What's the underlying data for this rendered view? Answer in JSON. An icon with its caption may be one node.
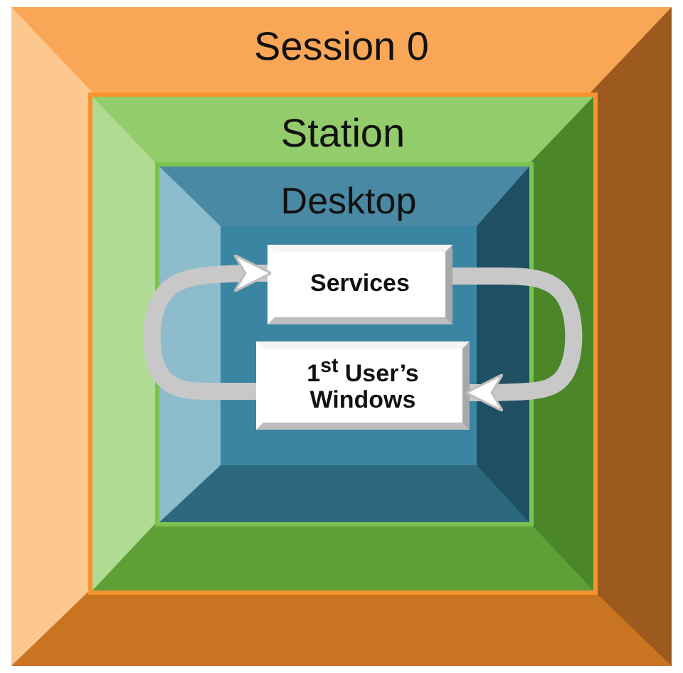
{
  "diagram": {
    "nodes": [
      {
        "text": [
          "Session 0"
        ]
      },
      {
        "text": [
          "Station"
        ],
        "in": 0
      },
      {
        "text": [
          "Desktop"
        ],
        "in": 1
      },
      {
        "text": [
          "Services"
        ],
        "in": 2
      },
      {
        "text": [
          "1$^{st}$ User’s Windows"
        ],
        "in": 2
      }
    ],
    "edges": [
      {
        "from": 4,
        "to": 3,
        "arrow": "to"
      },
      {
        "from": 3,
        "to": 4,
        "arrow": "to"
      }
    ]
  }
}
